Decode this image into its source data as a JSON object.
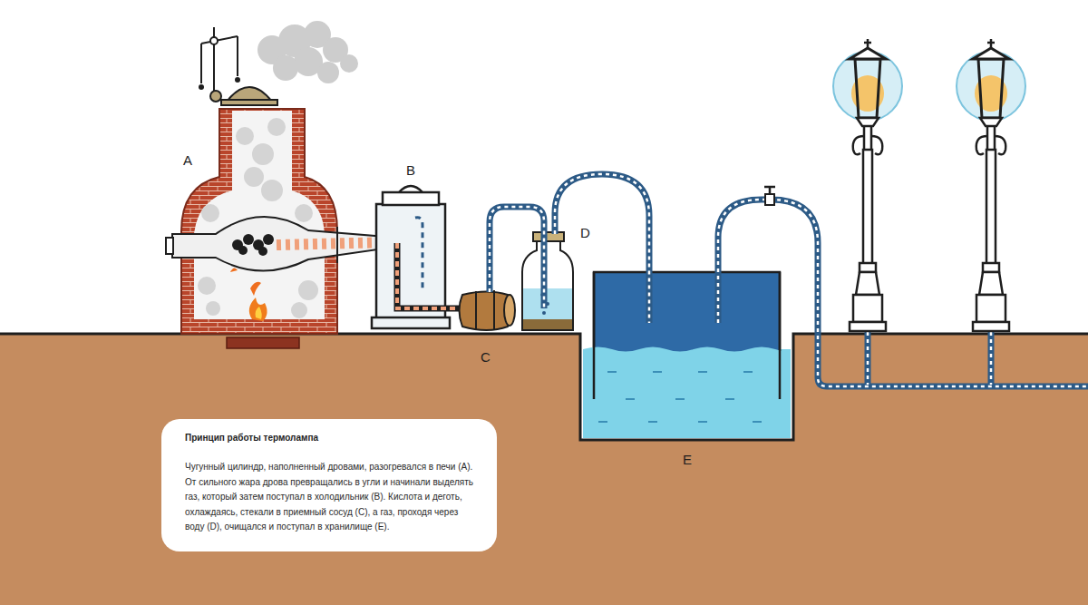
{
  "diagram": {
    "nodes": [
      {
        "text": [
          "Принцип работы термолампа",
          "Чугунный цилиндр, наполненный дровами, разогревался в печи (A). От сильного жара дрова превращались в угли и начинали выделять газ, который затем поступал в холодильник (B). Кислота и деготь, охлаждаясь, стекали в приемный сосуд (C), а газ, проходя через воду (D), очищался и поступал в хранилище (E)."
        ]
      }
    ],
    "labels": [
      "A",
      "B",
      "C",
      "D",
      "E"
    ]
  }
}
